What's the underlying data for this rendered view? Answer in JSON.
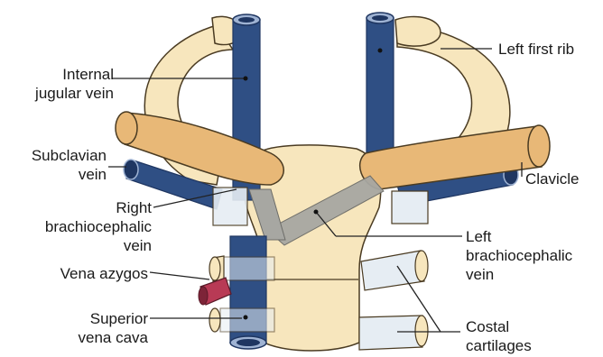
{
  "labels": {
    "internal_jugular_vein": "Internal\njugular vein",
    "subclavian_vein": "Subclavian\nvein",
    "right_brachiocephalic_vein": "Right\nbrachiocephalic\nvein",
    "vena_azygos": "Vena azygos",
    "superior_vena_cava": "Superior\nvena cava",
    "left_first_rib": "Left first rib",
    "clavicle": "Clavicle",
    "left_brachiocephalic_vein": "Left\nbrachiocephalic\nvein",
    "costal_cartilages": "Costal\ncartilages"
  },
  "colors": {
    "bone": "#f7e6bd",
    "bone_outline": "#4a3b22",
    "clavicle": "#e8b877",
    "vein": "#2f4f84",
    "vein_dark": "#1f3661",
    "brachiocephalic": "#a7a7a2",
    "cartilage": "#e6edf3",
    "azygos": "#b83a55"
  }
}
